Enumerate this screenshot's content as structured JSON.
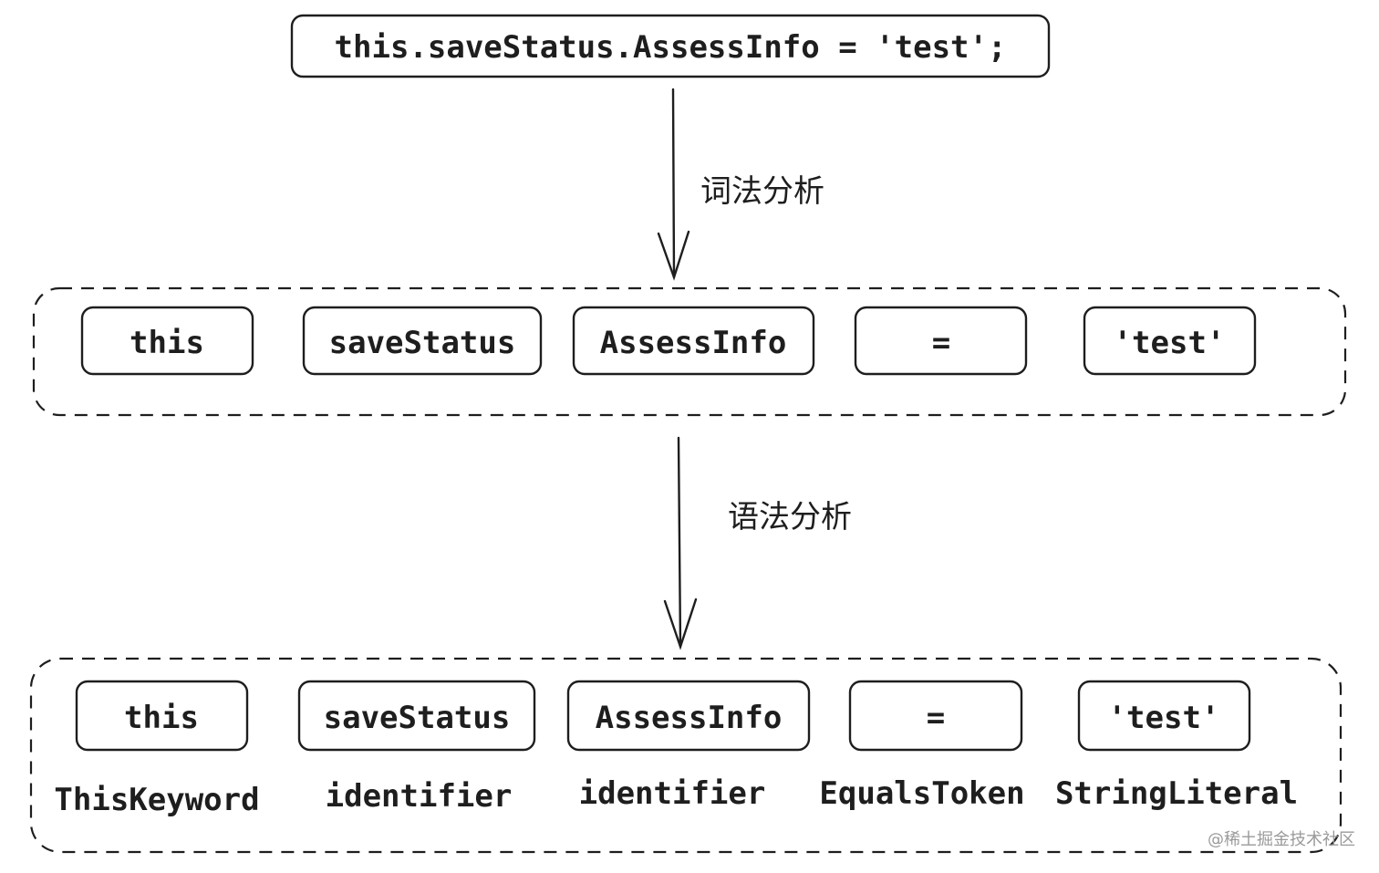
{
  "source_code": "this.saveStatus.AssessInfo = 'test';",
  "lexical_step_label": "词法分析",
  "syntax_step_label": "语法分析",
  "lexical_tokens": [
    "this",
    "saveStatus",
    "AssessInfo",
    "=",
    "'test'"
  ],
  "syntax_tokens": [
    {
      "text": "this",
      "kind": "ThisKeyword"
    },
    {
      "text": "saveStatus",
      "kind": "identifier"
    },
    {
      "text": "AssessInfo",
      "kind": "identifier"
    },
    {
      "text": "=",
      "kind": "EqualsToken"
    },
    {
      "text": "'test'",
      "kind": "StringLiteral"
    }
  ],
  "watermark": "@稀土掘金技术社区",
  "colors": {
    "stroke": "#1e1e1e",
    "background": "#ffffff",
    "watermark": "#9a9a9a"
  }
}
